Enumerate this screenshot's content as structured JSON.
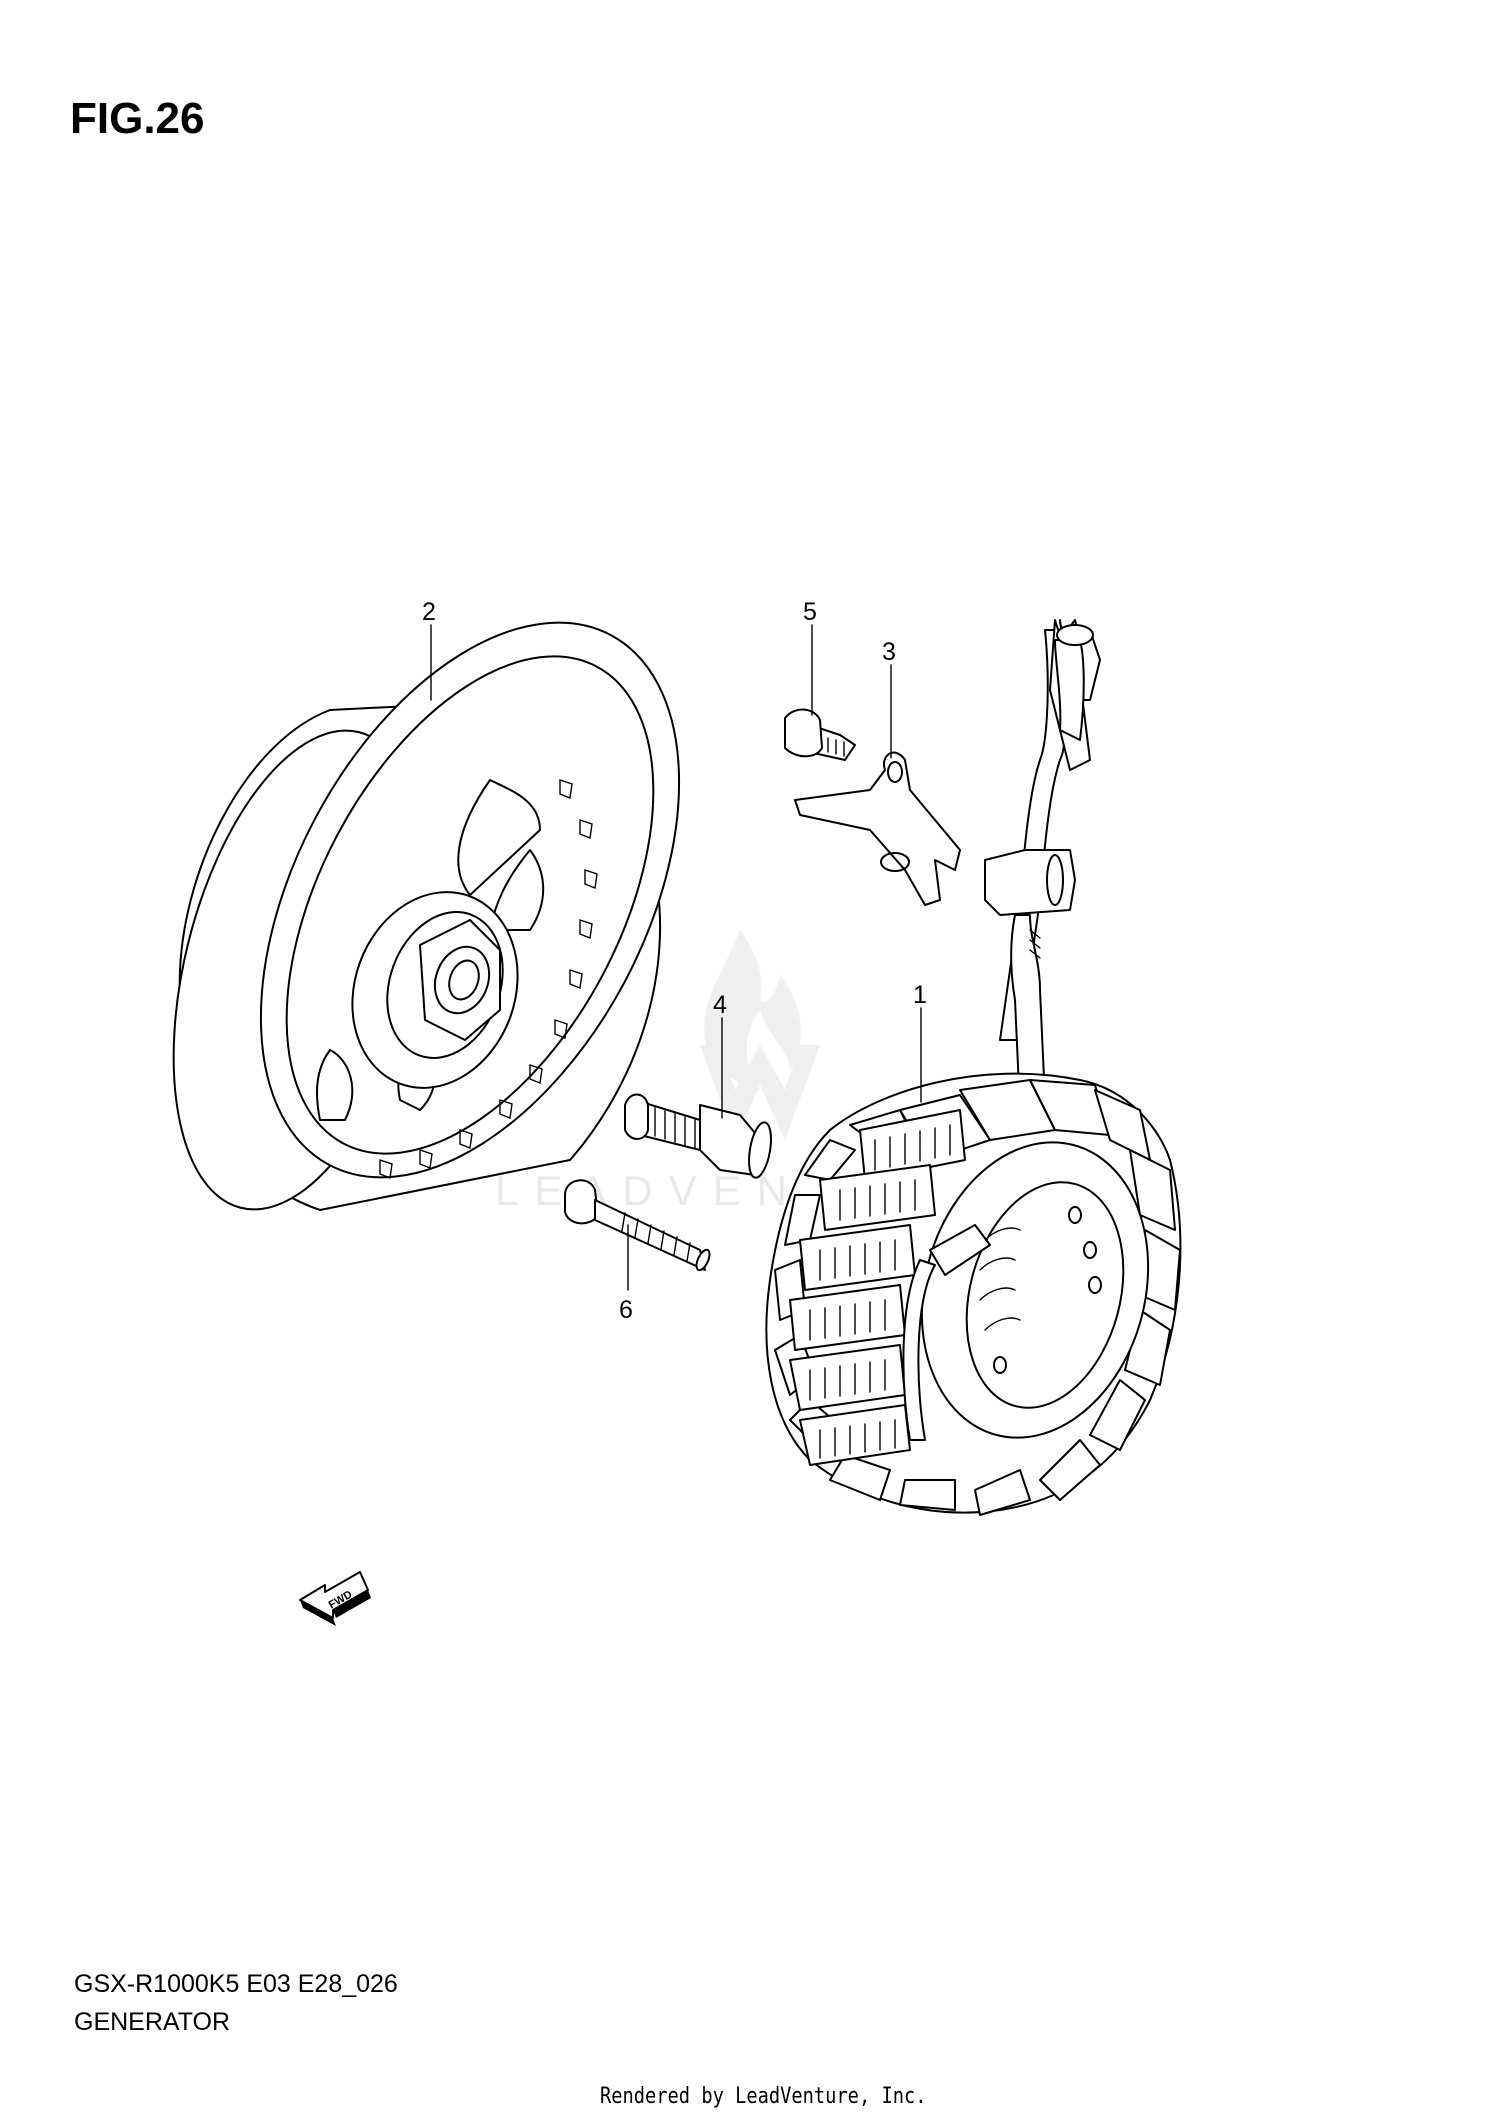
{
  "figure": {
    "title": "FIG.26"
  },
  "callouts": [
    {
      "id": "1"
    },
    {
      "id": "2"
    },
    {
      "id": "3"
    },
    {
      "id": "4"
    },
    {
      "id": "5"
    },
    {
      "id": "6"
    }
  ],
  "fwd_label": "FWD",
  "footer": {
    "model_code": "GSX-R1000K5 E03 E28_026",
    "section_name": "GENERATOR",
    "render_credit": "Rendered by LeadVenture, Inc."
  },
  "watermark": {
    "text": "LEADVENTURE"
  }
}
